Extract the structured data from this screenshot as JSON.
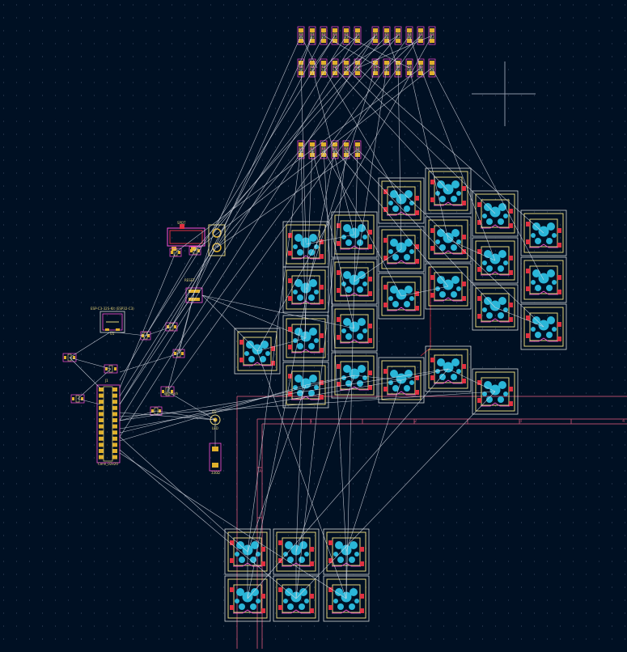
{
  "app": {
    "view": "pcb-editor-canvas"
  },
  "colors": {
    "background": "#001023",
    "grid_dot": "#3a4a63",
    "ratsnest": "#d9dde6",
    "courtyard": "#d8d8d8",
    "fab": "#e6d37a",
    "pad": "#e0b02c",
    "cyan": "#2ab6d8",
    "red": "#e03040",
    "magenta": "#ff4fd8",
    "pink": "#ff78b4",
    "edge": "#b06070",
    "sheet": "#b04a6a"
  },
  "labels": {
    "module_title": "ESP-C3-32S-Kit (ESP32-C3)",
    "module_ref": "U1",
    "header_ref": "J1",
    "header_value": "Conn_02x20",
    "reset_label": "RESET",
    "led_ref": "D2",
    "led_value": "LED",
    "resistor_value": "330Ω",
    "switch_label": "SW_Push",
    "relay_label": "SPDT",
    "sheet_col_1": "1",
    "sheet_col_2": "2",
    "sheet_col_3": "3",
    "sheet_col_4": "4",
    "sheet_row_a": "A"
  }
}
